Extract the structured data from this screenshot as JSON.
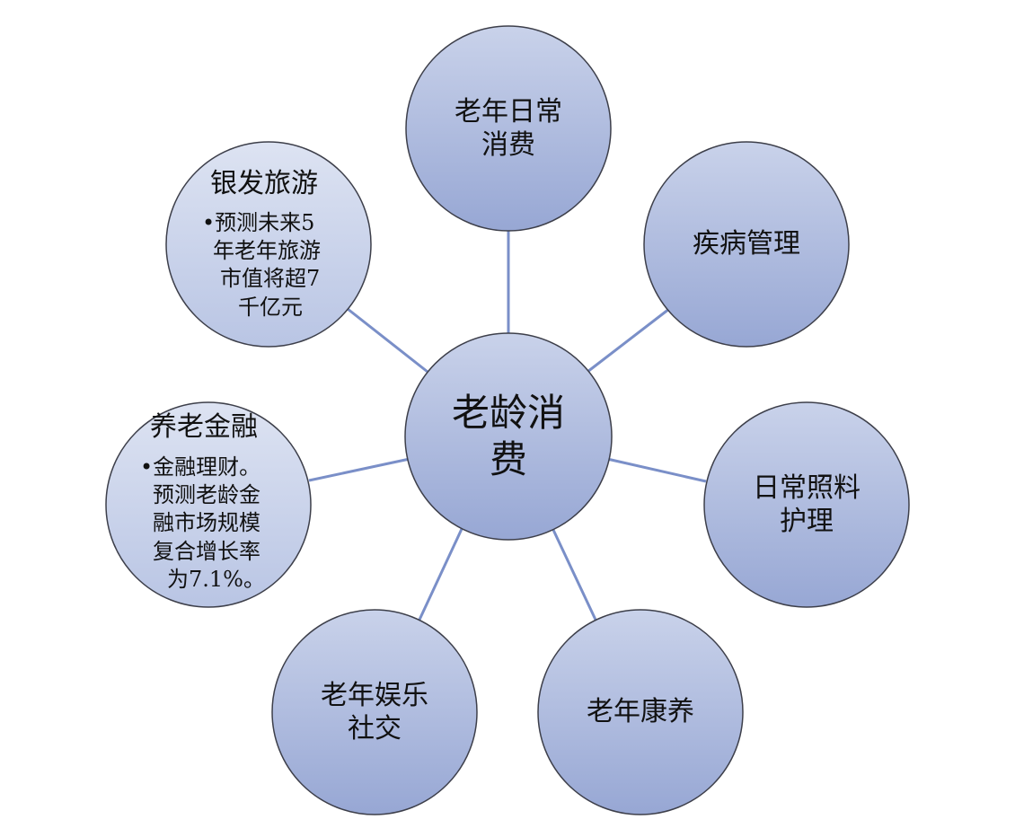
{
  "center": {
    "label_line1": "老龄消",
    "label_line2": "费"
  },
  "nodes": {
    "daily_consumption": {
      "line1": "老年日常",
      "line2": "消费"
    },
    "disease_management": {
      "line1": "疾病管理"
    },
    "daily_care": {
      "line1": "日常照料",
      "line2": "护理"
    },
    "health_care": {
      "line1": "老年康养"
    },
    "entertainment_social": {
      "line1": "老年娱乐",
      "line2": "社交"
    },
    "pension_finance": {
      "title": "养老金融",
      "body_line1": "•金融理财。",
      "body_line2": "预测老龄金",
      "body_line3": "融市场规模",
      "body_line4": "复合增长率",
      "body_line5": "为7.1%。"
    },
    "silver_tourism": {
      "title": "银发旅游",
      "body_line1": "•预测未来5",
      "body_line2": "年老年旅游",
      "body_line3": "市值将超7",
      "body_line4": "千亿元"
    }
  },
  "colors": {
    "node_gradient_top": "#c7d0e8",
    "node_gradient_bottom": "#9aaad6",
    "connector": "#7a8fc8",
    "outline": "#3d3f4a"
  }
}
